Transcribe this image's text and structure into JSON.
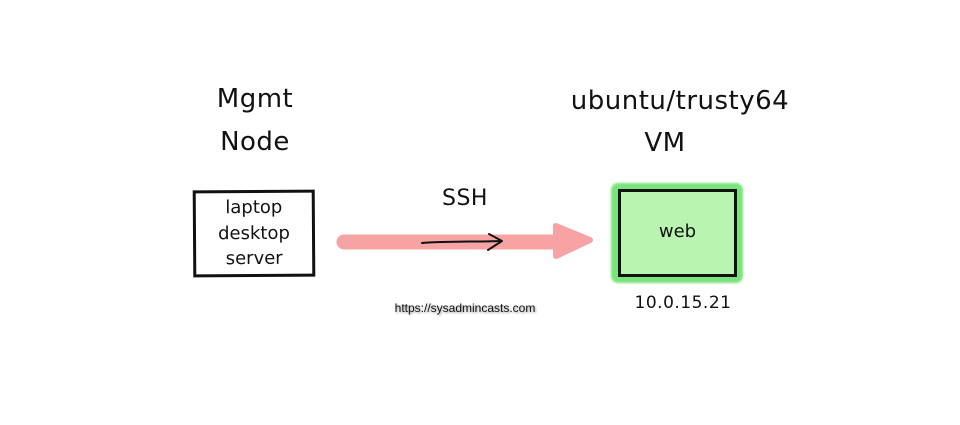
{
  "mgmt_node": {
    "title_line_1": "Mgmt",
    "title_line_2": "Node",
    "box_lines": [
      "laptop",
      "desktop",
      "server"
    ]
  },
  "vm_node": {
    "title_line_1": "ubuntu/trusty64",
    "title_line_2": "VM",
    "box_label": "web",
    "ip": "10.0.15.21"
  },
  "connection": {
    "label": "SSH"
  },
  "footer": {
    "url": "https://sysadmincasts.com"
  },
  "colors": {
    "big_arrow": "#f7a3a3",
    "vm_fill": "#b9f5b0",
    "vm_glow": "#7be37b",
    "ink": "#111111"
  }
}
